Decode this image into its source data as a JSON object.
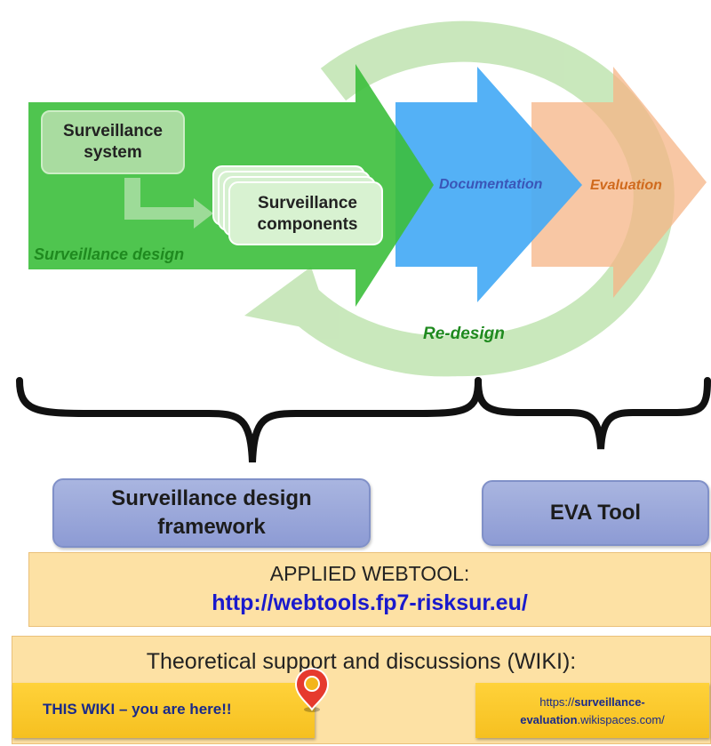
{
  "diagram": {
    "system_label": "Surveillance system",
    "components_label": "Surveillance components",
    "design_label": "Surveillance design",
    "documentation_label": "Documentation",
    "evaluation_label": "Evaluation",
    "redesign_label": "Re-design"
  },
  "boxes": {
    "framework_label": "Surveillance design framework",
    "eva_label": "EVA Tool"
  },
  "webtool": {
    "title": "APPLIED WEBTOOL:",
    "url": "http://webtools.fp7-risksur.eu/"
  },
  "wiki": {
    "title": "Theoretical support and discussions (WIKI):",
    "here_label": "THIS WIKI – you are here!!",
    "url_prefix": "https://",
    "url_bold_1": "surveillance-",
    "url_bold_2": "evaluation",
    "url_suffix": ".wikispaces.com/"
  },
  "colors": {
    "green": "#3cbf3c",
    "blue": "#45aaf5",
    "orange": "#f5b485",
    "cycle": "#b7e0a6",
    "framework_box": "#a9b5e0",
    "tool_box": "#fde1a4",
    "wiki_tab": "#ffd23a",
    "link": "#1a1acc"
  }
}
